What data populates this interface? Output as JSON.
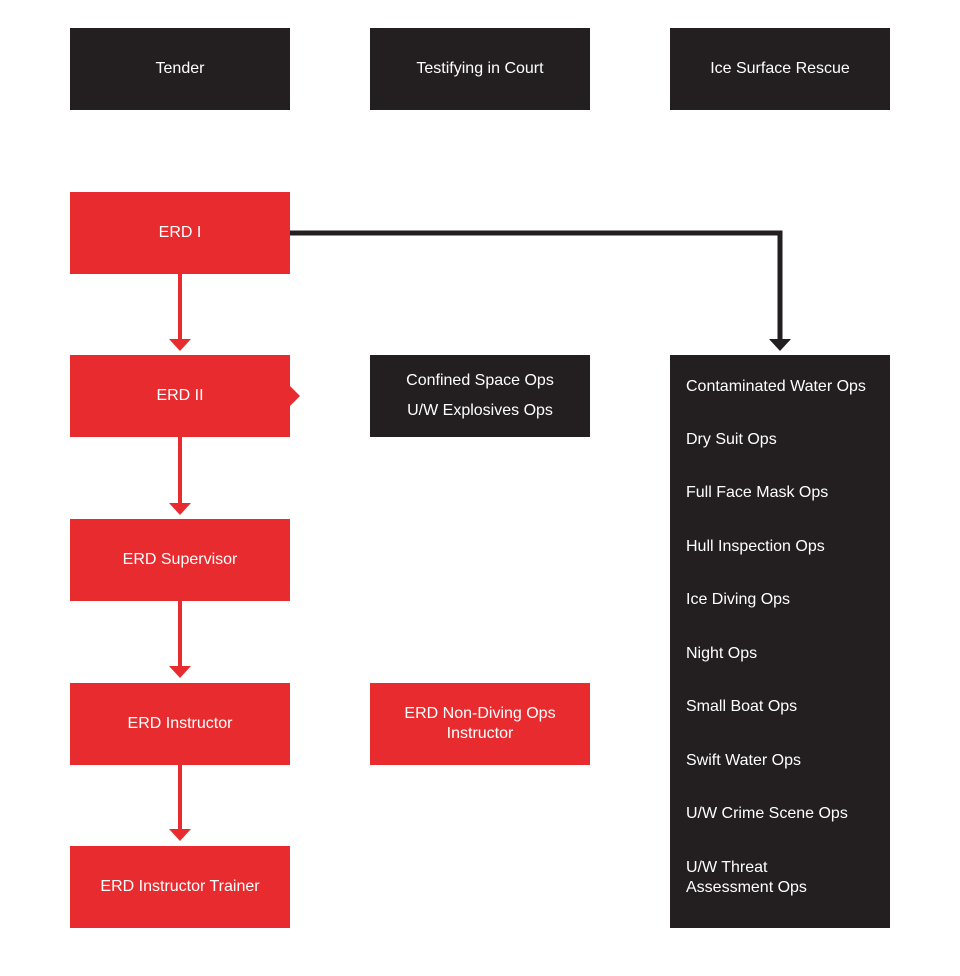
{
  "top_row": {
    "tender": "Tender",
    "testifying": "Testifying in Court",
    "ice_rescue": "Ice Surface Rescue"
  },
  "ladder": {
    "erd1": "ERD I",
    "erd2": "ERD II",
    "supervisor": "ERD Supervisor",
    "instructor": "ERD Instructor",
    "instructor_trainer": "ERD Instructor Trainer"
  },
  "erd2_ops": [
    "Confined Space Ops",
    "U/W Explosives Ops"
  ],
  "non_diving": "ERD Non-Diving Ops Instructor",
  "specialties": [
    "Contaminated Water Ops",
    "Dry Suit Ops",
    "Full Face Mask Ops",
    "Hull Inspection Ops",
    "Ice Diving Ops",
    "Night Ops",
    "Small Boat Ops",
    "Swift Water Ops",
    "U/W Crime Scene Ops",
    "U/W Threat Assessment Ops"
  ],
  "colors": {
    "red": "#e82b2e",
    "dark": "#231f20",
    "text": "#ffffff",
    "background": "#ffffff"
  }
}
